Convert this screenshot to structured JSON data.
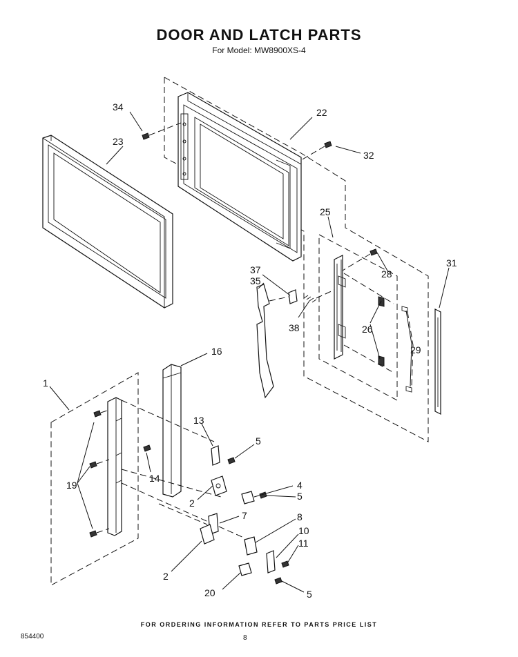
{
  "header": {
    "title": "DOOR AND LATCH PARTS",
    "subtitle": "For Model: MW8900XS-4"
  },
  "footer": {
    "ordering_note": "FOR ORDERING INFORMATION REFER TO PARTS PRICE LIST",
    "document_number": "854400",
    "page_number": "8"
  },
  "callouts": {
    "c34": "34",
    "c22": "22",
    "c23": "23",
    "c32": "32",
    "c25": "25",
    "c31": "31",
    "c37": "37",
    "c35": "35",
    "c28": "28",
    "c38": "38",
    "c26": "26",
    "c29": "29",
    "c16": "16",
    "c1": "1",
    "c13": "13",
    "c5a": "5",
    "c19": "19",
    "c14": "14",
    "c4": "4",
    "c5b": "5",
    "c2a": "2",
    "c7": "7",
    "c8": "8",
    "c10": "10",
    "c11": "11",
    "c2b": "2",
    "c20": "20",
    "c5c": "5"
  }
}
